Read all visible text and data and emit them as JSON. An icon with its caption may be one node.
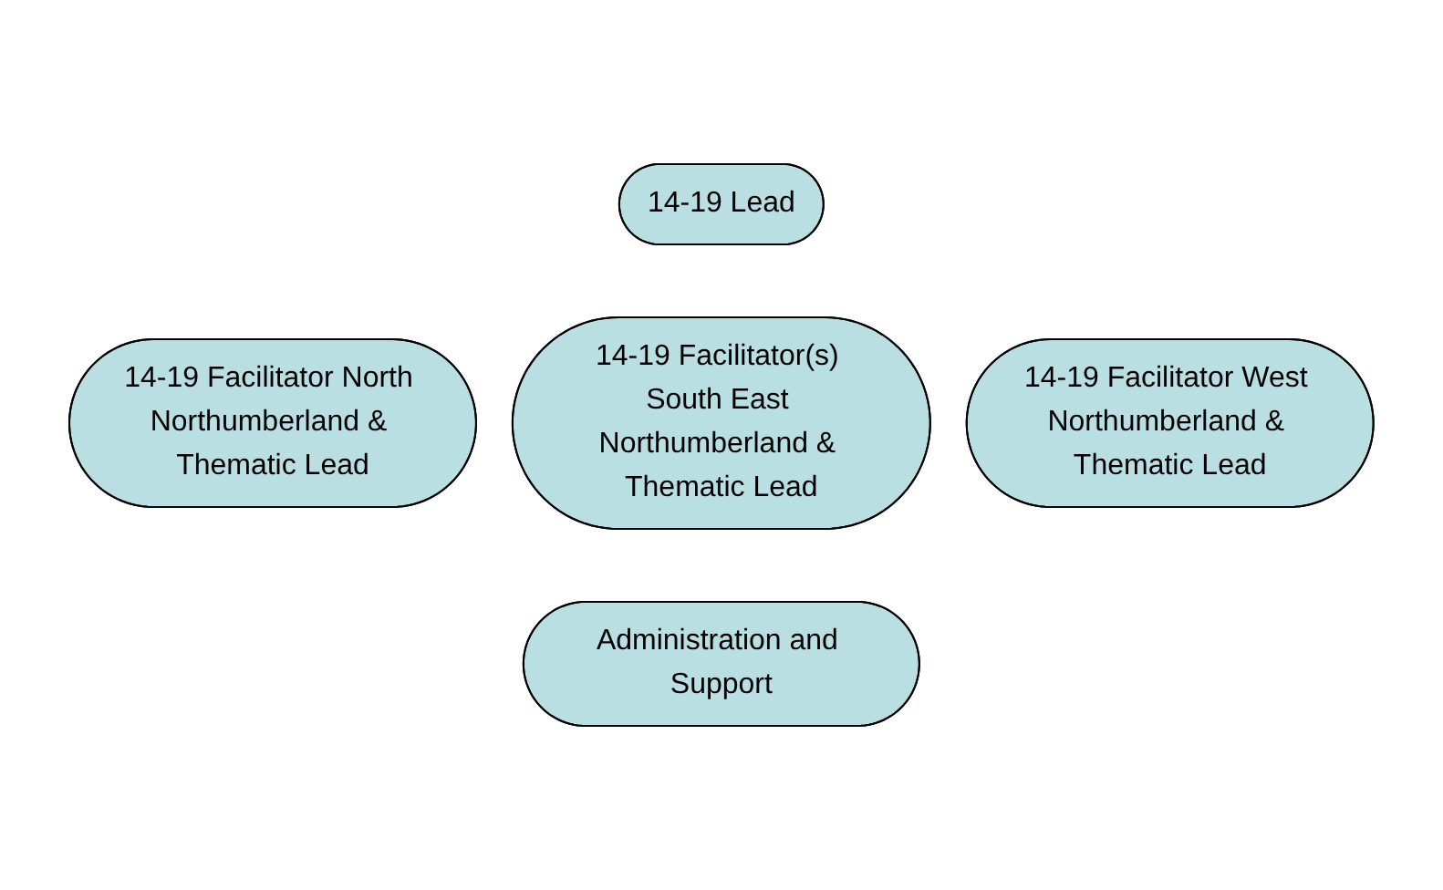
{
  "diagram": {
    "nodes": [
      {
        "text": [
          "14-19 Lead"
        ]
      },
      {
        "text": [
          "14-19 Facilitator North Northumberland & Thematic Lead"
        ]
      },
      {
        "text": [
          "14-19 Facilitator(s) South East Northumberland & Thematic Lead"
        ]
      },
      {
        "text": [
          "14-19 Facilitator West Northumberland & Thematic Lead"
        ]
      },
      {
        "text": [
          "Administration and Support"
        ]
      }
    ],
    "edges": []
  }
}
